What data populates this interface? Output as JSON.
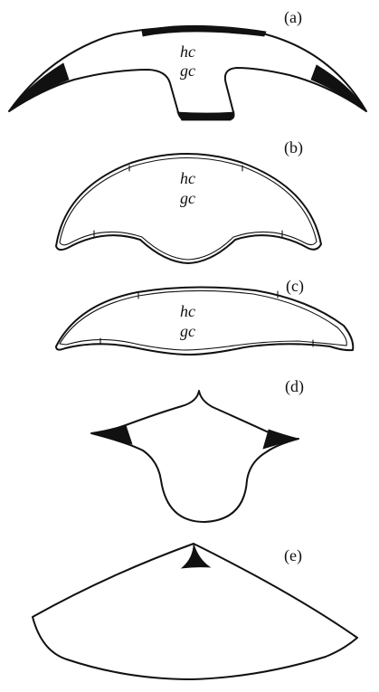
{
  "panels": [
    {
      "id": "a",
      "label": "(a)",
      "text_top": "hc",
      "text_bottom": "gc"
    },
    {
      "id": "b",
      "label": "(b)",
      "text_top": "hc",
      "text_bottom": "gc"
    },
    {
      "id": "c",
      "label": "(c)",
      "text_top": "hc",
      "text_bottom": "gc"
    },
    {
      "id": "d",
      "label": "(d)"
    },
    {
      "id": "e",
      "label": "(e)"
    }
  ],
  "colors": {
    "ink": "#111111",
    "background": "#ffffff"
  }
}
